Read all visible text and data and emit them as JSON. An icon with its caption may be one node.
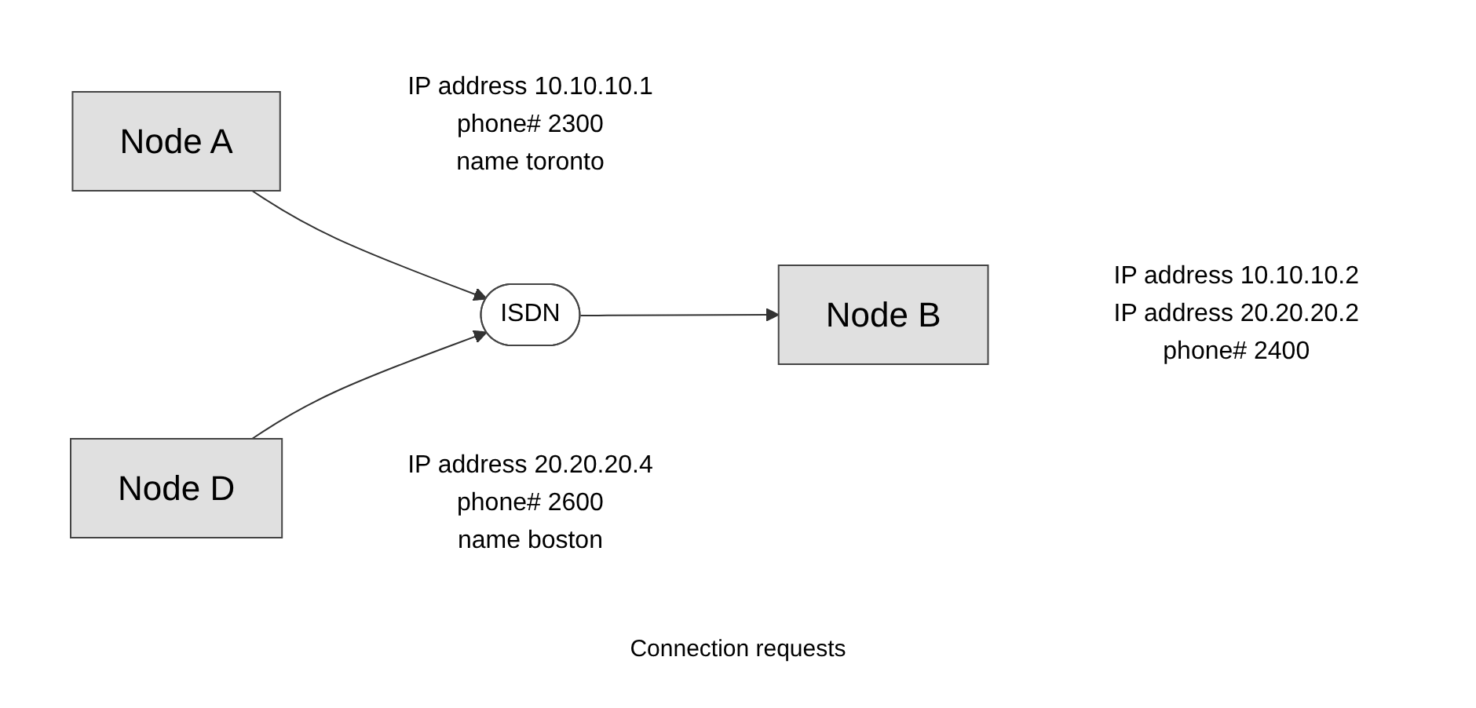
{
  "diagram": {
    "nodes": [
      {
        "text": [
          "Node A"
        ],
        "beside": [
          "IP address 10.10.10.1",
          "phone# 2300",
          "name toronto"
        ]
      },
      {
        "text": [
          "ISDN"
        ]
      },
      {
        "text": [
          "Node B"
        ],
        "beside": [
          "IP address 10.10.10.2",
          "IP address 20.20.20.2",
          "phone# 2400"
        ]
      },
      {
        "text": [
          "Node D"
        ],
        "beside": [
          "IP address 20.20.20.4",
          "phone# 2600",
          "name boston"
        ]
      }
    ],
    "edges": [
      {
        "from": 0,
        "to": 1,
        "arrow": "to"
      },
      {
        "from": 1,
        "to": 2,
        "arrow": "to"
      },
      {
        "from": 3,
        "to": 1,
        "arrow": "to"
      }
    ],
    "labels": [
      "Connection requests"
    ]
  }
}
